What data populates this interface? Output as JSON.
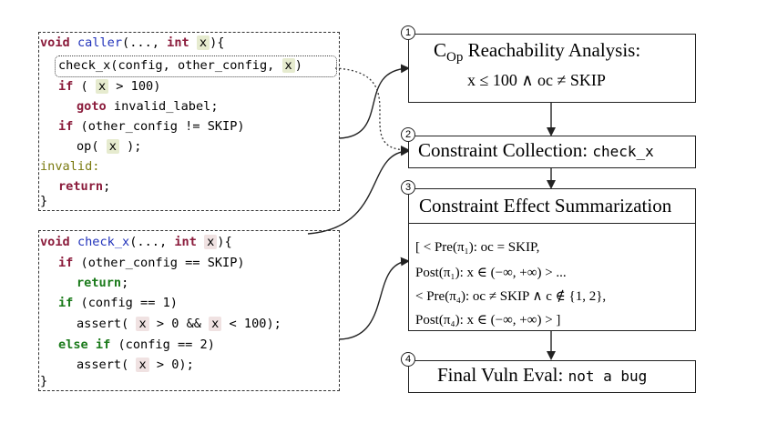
{
  "caller_code": {
    "l1": {
      "kw": "void",
      "fn": "caller",
      "a": "(..., ",
      "kw2": "int",
      "x": "x",
      "b": "){"
    },
    "l2": {
      "a": "check_x(config, other_config, ",
      "x": "x",
      "b": ")"
    },
    "l3": {
      "kw": "if",
      "a": " ( ",
      "x": "x",
      "b": " > 100)"
    },
    "l4": {
      "kw": "goto",
      "a": " invalid_label;"
    },
    "l5": {
      "kw": "if",
      "a": " (other_config != SKIP)"
    },
    "l6": {
      "a": "op( ",
      "x": "x",
      "b": " );"
    },
    "l7": {
      "lbl": "invalid:"
    },
    "l8": {
      "kw": "return",
      "a": ";"
    },
    "l9": {
      "a": "}"
    }
  },
  "checkx_code": {
    "l1": {
      "kw": "void",
      "fn": "check_x",
      "a": "(..., ",
      "kw2": "int",
      "x": "x",
      "b": "){"
    },
    "l2": {
      "kw": "if",
      "a": " (other_config == SKIP)"
    },
    "l3": {
      "kw": "return",
      "a": ";"
    },
    "l4": {
      "kw": "if",
      "a": " (config == 1)"
    },
    "l5": {
      "a": "assert( ",
      "x1": "x",
      "m": " > 0 && ",
      "x2": "x",
      "b": " < 100);"
    },
    "l6": {
      "kw": "else if",
      "a": " (config == 2)"
    },
    "l7": {
      "a": "assert( ",
      "x": "x",
      "b": " > 0);"
    },
    "l8": {
      "a": "}"
    }
  },
  "steps": {
    "s1": {
      "num": "1",
      "title_a": "C",
      "title_sub": "Op",
      "title_b": " Reachability Analysis:",
      "cond": "x ≤ 100 ∧ oc ≠ SKIP"
    },
    "s2": {
      "num": "2",
      "title": "Constraint Collection: ",
      "mono": "check_x"
    },
    "s3": {
      "num": "3",
      "title": "Constraint Effect Summarization",
      "lines": [
        "[ < Pre(π₁): oc = SKIP,",
        "Post(π₁): x ∈ (−∞, +∞) > ...",
        "< Pre(π₄):  oc ≠ SKIP  ∧ c ∉ {1, 2},",
        "Post(π₄): x ∈ (−∞, +∞) > ]"
      ]
    },
    "s4": {
      "num": "4",
      "title": "Final Vuln Eval: ",
      "mono": "not a bug"
    }
  },
  "colors": {
    "keyword": "#8b1c3c",
    "keyword_green": "#1a7a1a",
    "function": "#2233bb",
    "label": "#7a7a10",
    "highlight_green": "#e6ebcf",
    "highlight_red": "#f0e2e2"
  }
}
